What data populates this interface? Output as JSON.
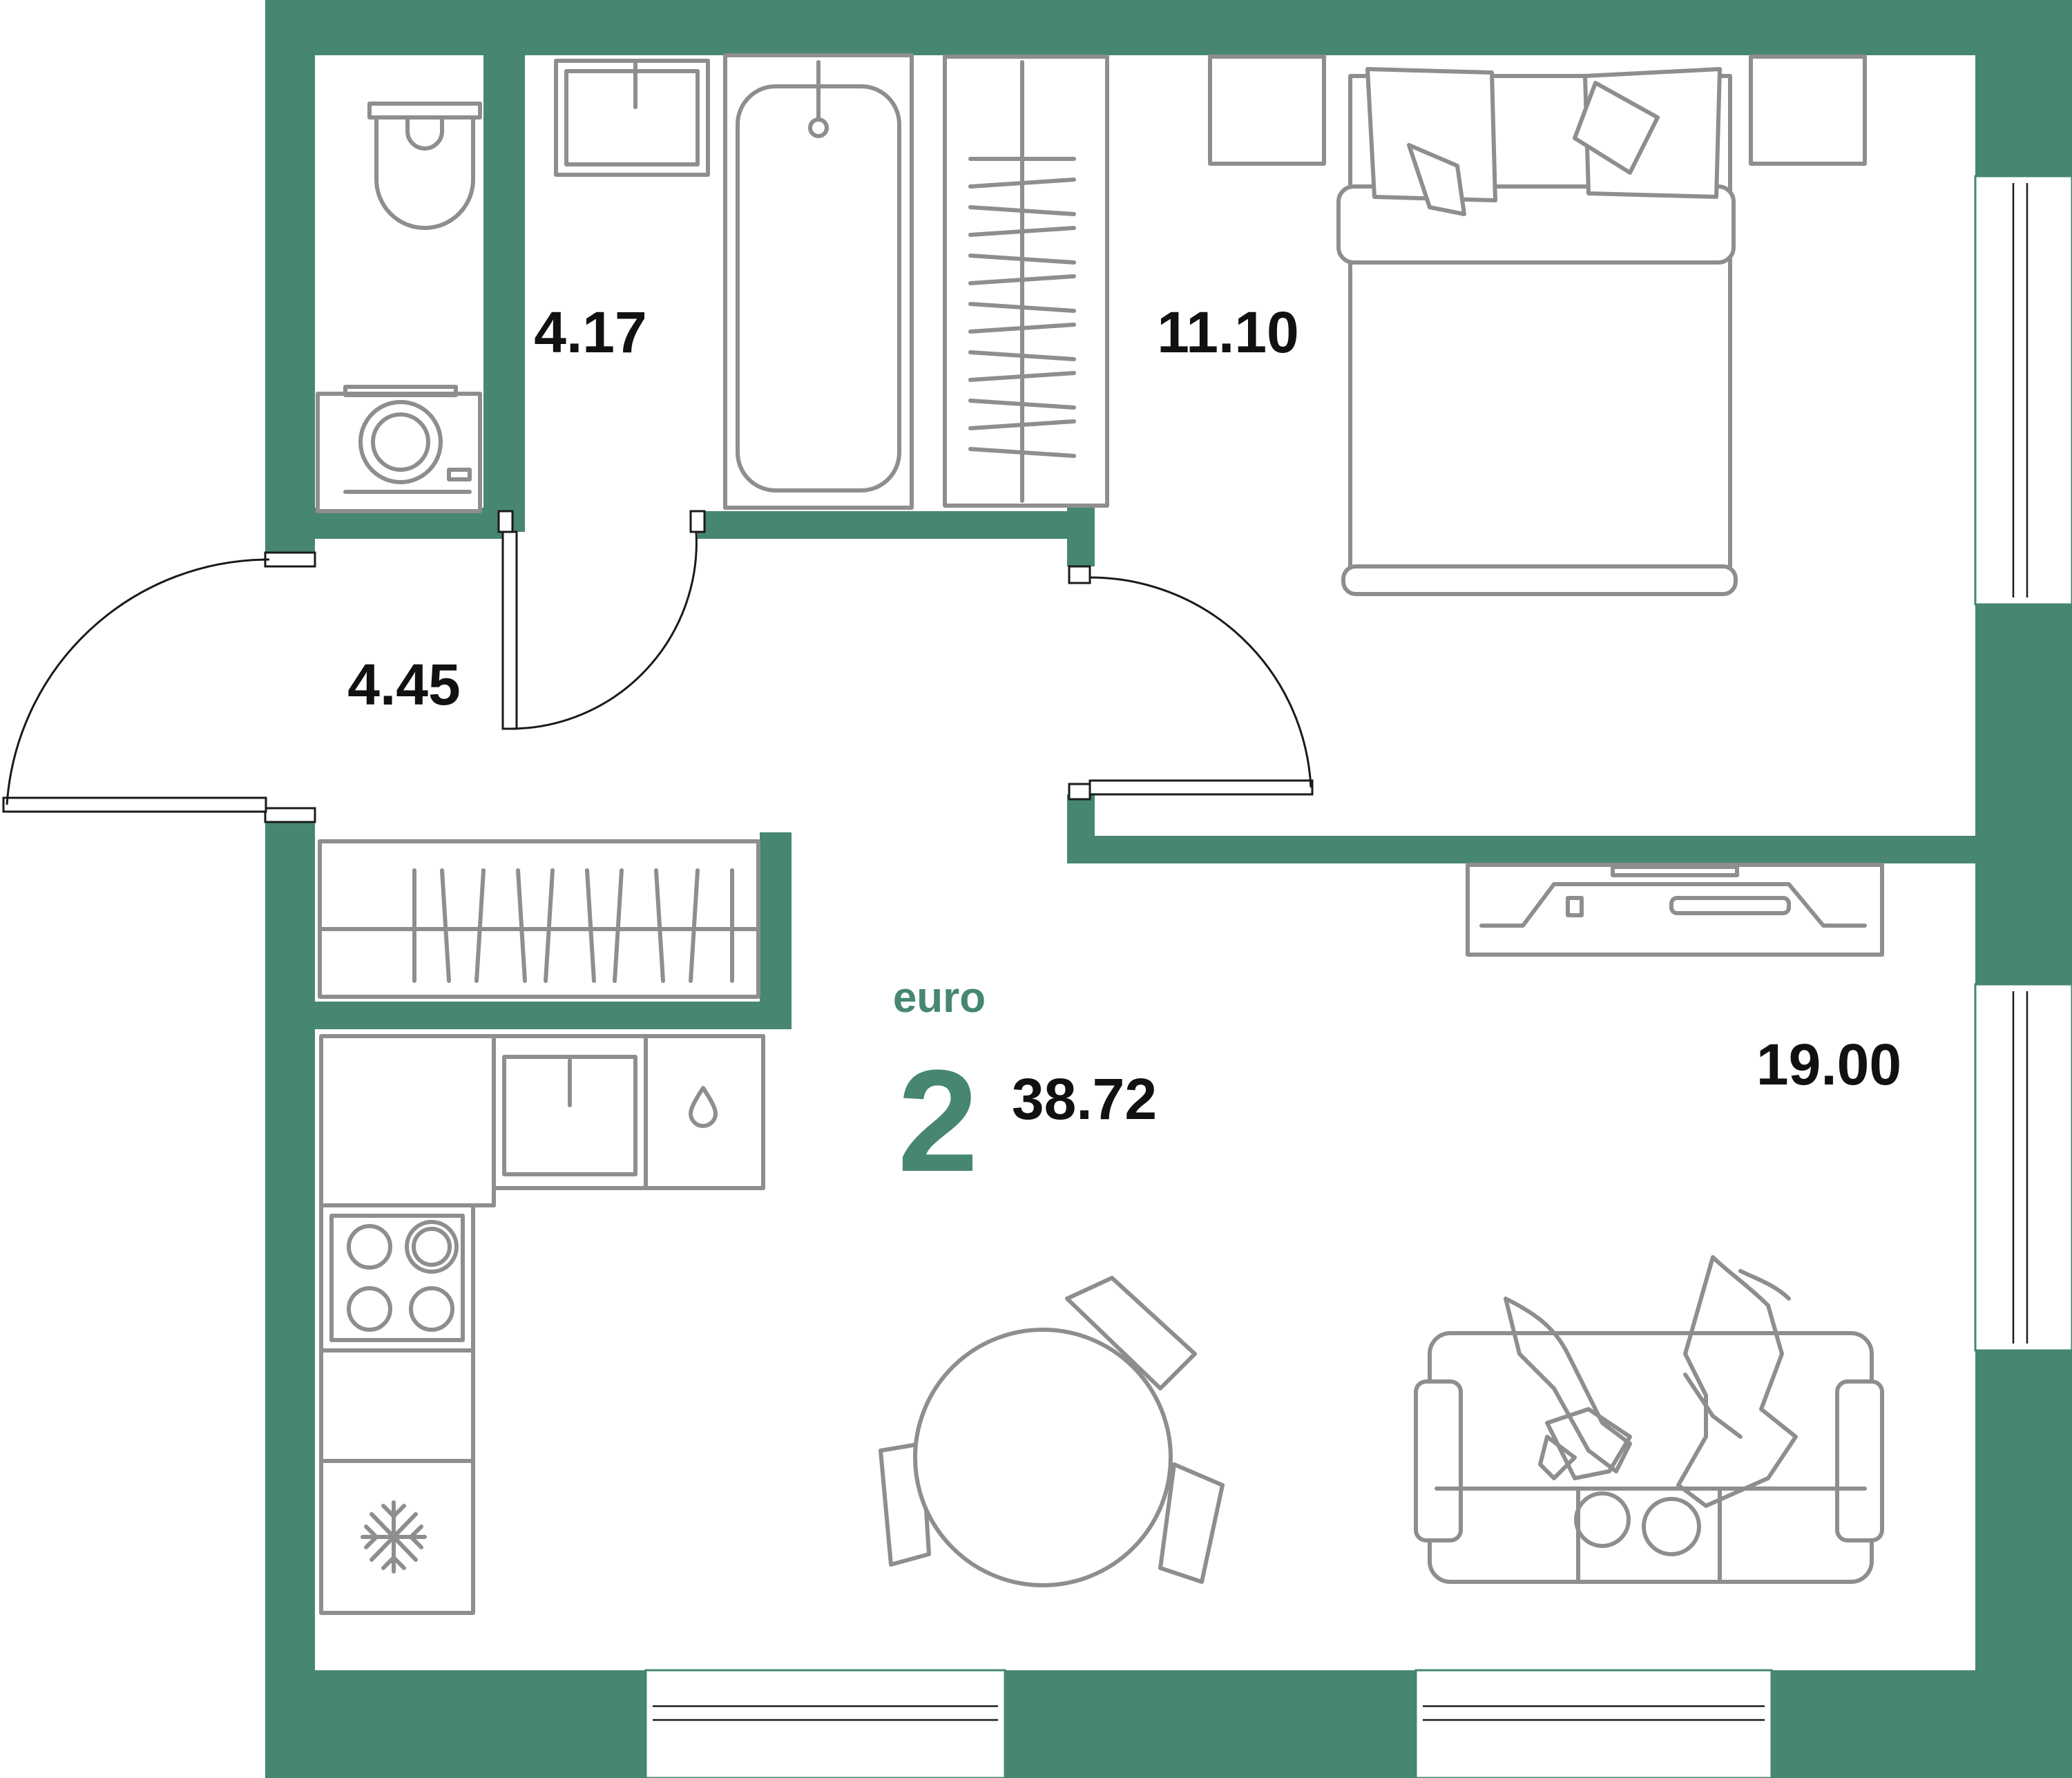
{
  "plan": {
    "accent_color": "#468673",
    "rooms": [
      {
        "id": "bathroom",
        "area": "4.17"
      },
      {
        "id": "bedroom",
        "area": "11.10"
      },
      {
        "id": "hallway",
        "area": "4.45"
      },
      {
        "id": "living-kitchen",
        "area": "19.00"
      }
    ],
    "apartment": {
      "prefix": "euro",
      "rooms_count": "2",
      "total_area": "38.72"
    },
    "icons": [
      "water-drop-icon",
      "snowflake-icon"
    ]
  }
}
